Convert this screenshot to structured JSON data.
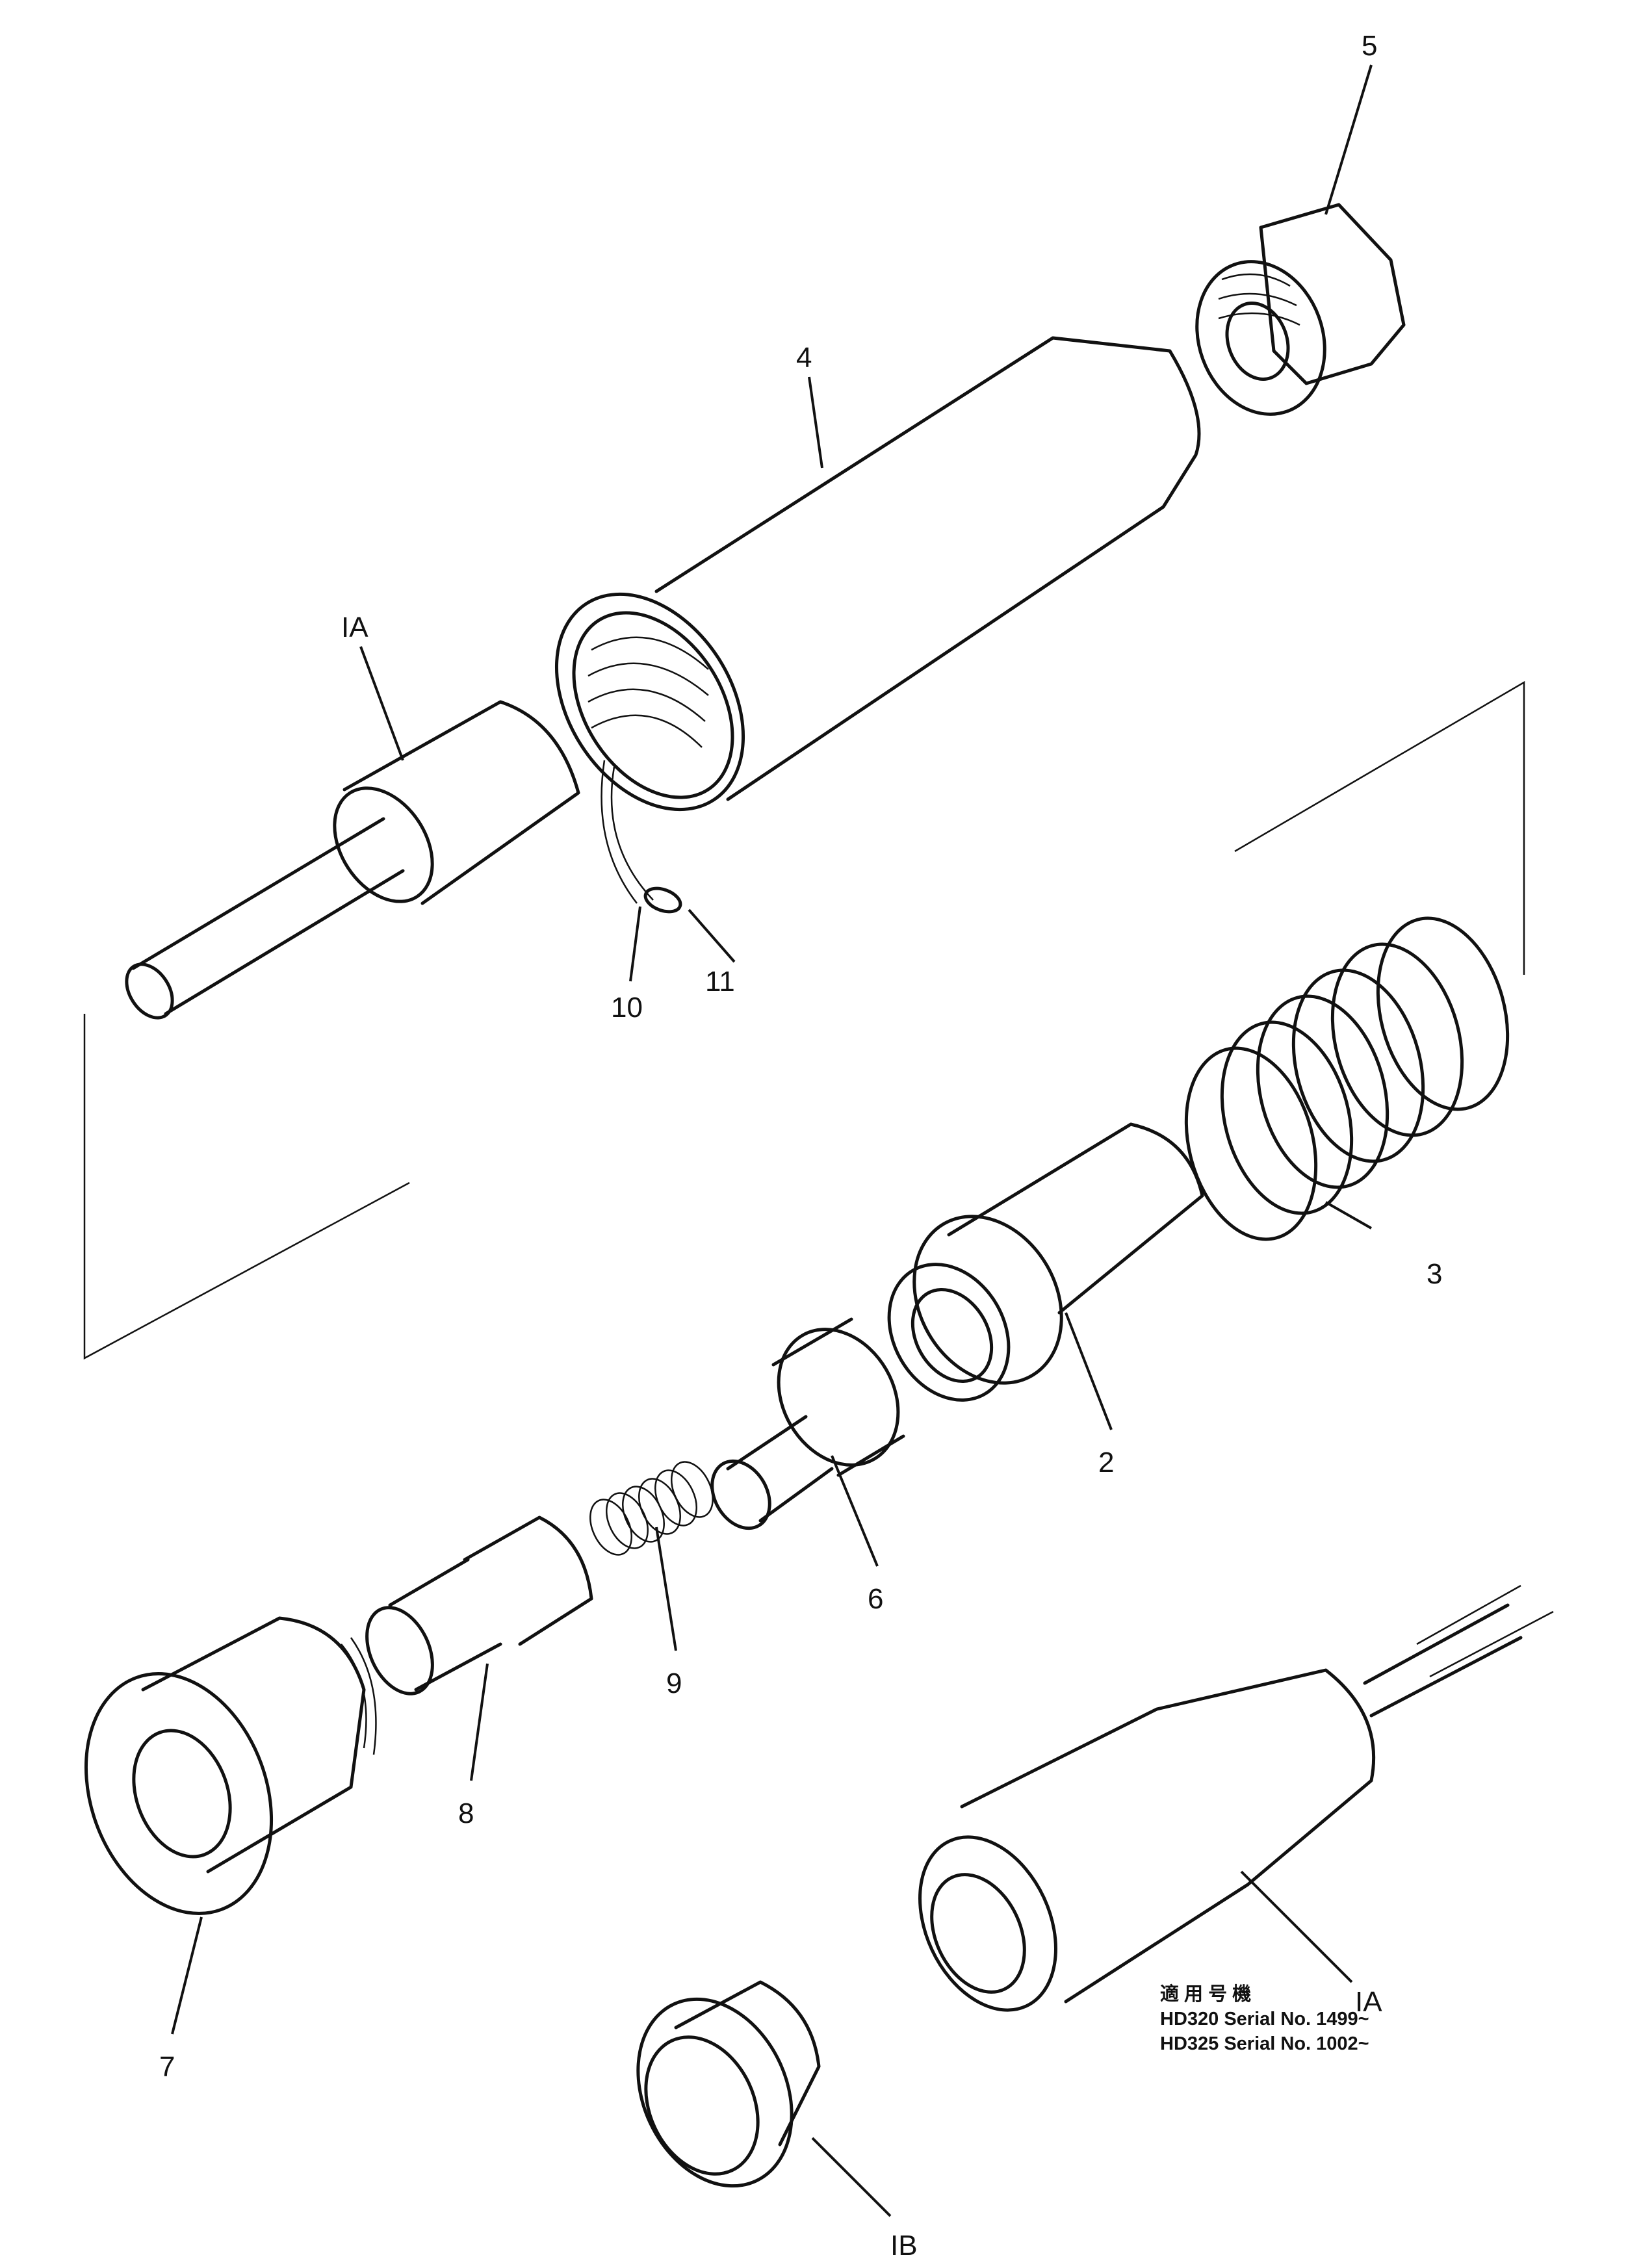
{
  "callouts": [
    {
      "id": "5",
      "label": "5"
    },
    {
      "id": "4",
      "label": "4"
    },
    {
      "id": "1A-upper",
      "label": "IA"
    },
    {
      "id": "11",
      "label": "11"
    },
    {
      "id": "10",
      "label": "10"
    },
    {
      "id": "3",
      "label": "3"
    },
    {
      "id": "2",
      "label": "2"
    },
    {
      "id": "6",
      "label": "6"
    },
    {
      "id": "9",
      "label": "9"
    },
    {
      "id": "8",
      "label": "8"
    },
    {
      "id": "7",
      "label": "7"
    },
    {
      "id": "1A-lower",
      "label": "IA"
    },
    {
      "id": "1B",
      "label": "IB"
    }
  ],
  "applicability": {
    "heading": "適 用 号 機",
    "lines": [
      "HD320 Serial No. 1499~",
      "HD325 Serial No. 1002~"
    ]
  }
}
